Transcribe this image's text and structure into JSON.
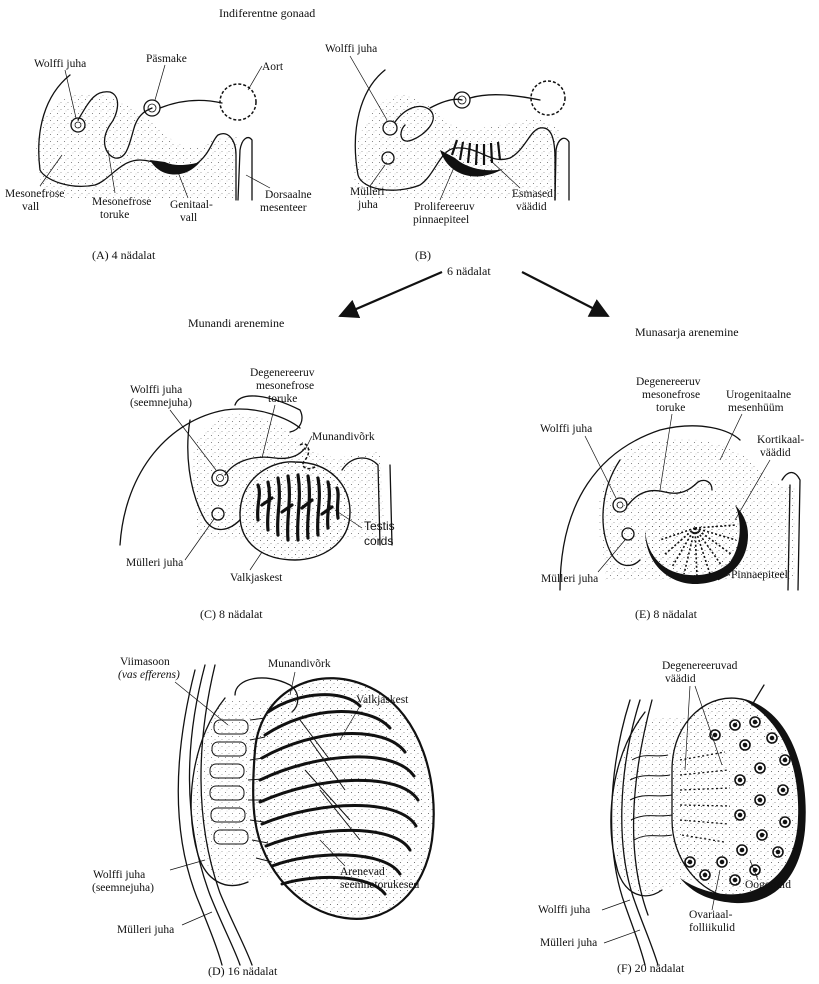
{
  "title": "Indiferentne gonaad",
  "panel_a": {
    "caption": "(A)  4 nädalat",
    "labels": {
      "wolffi": "Wolffi juha",
      "pasmake": "Päsmake",
      "aort": "Aort",
      "mesonefrose_vall_1": "Mesonefrose",
      "mesonefrose_vall_2": "vall",
      "mesonefrose_toruke_1": "Mesonefrose",
      "mesonefrose_toruke_2": "toruke",
      "genitaal_1": "Genitaal-",
      "genitaal_2": "vall",
      "dorsaalne_1": "Dorsaalne",
      "dorsaalne_2": "mesenteer"
    }
  },
  "panel_b": {
    "caption": "(B)",
    "weeks": "6 nädalat",
    "labels": {
      "wolffi": "Wolffi juha",
      "mulleri_1": "Mülleri",
      "mulleri_2": "juha",
      "prolif_1": "Prolifereeruv",
      "prolif_2": "pinnaepiteel",
      "esmased_1": "Esmased",
      "esmased_2": "väädid"
    }
  },
  "branches": {
    "left": "Munandi arenemine",
    "right": "Munasarja arenemine"
  },
  "panel_c": {
    "caption": "(C)   8 nädalat",
    "labels": {
      "wolffi_1": "Wolffi juha",
      "wolffi_2": "(seemnejuha)",
      "degen_1": "Degenereeruv",
      "degen_2": "mesonefrose",
      "degen_3": "toruke",
      "munandivork": "Munandivõrk",
      "testis_1": "Testis",
      "testis_2": "cords",
      "mulleri": "Mülleri juha",
      "valkjaskest": "Valkjaskest"
    }
  },
  "panel_e": {
    "caption": "(E)  8 nädalat",
    "labels": {
      "wolffi": "Wolffi juha",
      "degen_1": "Degenereeruv",
      "degen_2": "mesonefrose",
      "degen_3": "toruke",
      "uro_1": "Urogenitaalne",
      "uro_2": "mesenhüüm",
      "kort_1": "Kortikaal-",
      "kort_2": "väädid",
      "mulleri": "Mülleri juha",
      "pinnaepiteel": "Pinnaepiteel"
    }
  },
  "panel_d": {
    "caption": "(D)     16 nädalat",
    "labels": {
      "viimasoon_1": "Viimasoon",
      "viimasoon_2": "(vas efferens)",
      "munandivork": "Munandivõrk",
      "valkjaskest": "Valkjaskest",
      "wolffi_1": "Wolffi juha",
      "wolffi_2": "(seemnejuha)",
      "arenevad_1": "Arenevad",
      "arenevad_2": "seemnetorukesed",
      "mulleri": "Mülleri juha"
    }
  },
  "panel_f": {
    "caption": "(F)   20 nädalat",
    "labels": {
      "degen_1": "Degenereeruvad",
      "degen_2": "väädid",
      "oogoonid": "Oogoonid",
      "ovariaal_1": "Ovariaal-",
      "ovariaal_2": "folliikulid",
      "wolffi": "Wolffi juha",
      "mulleri": "Mülleri juha"
    }
  }
}
